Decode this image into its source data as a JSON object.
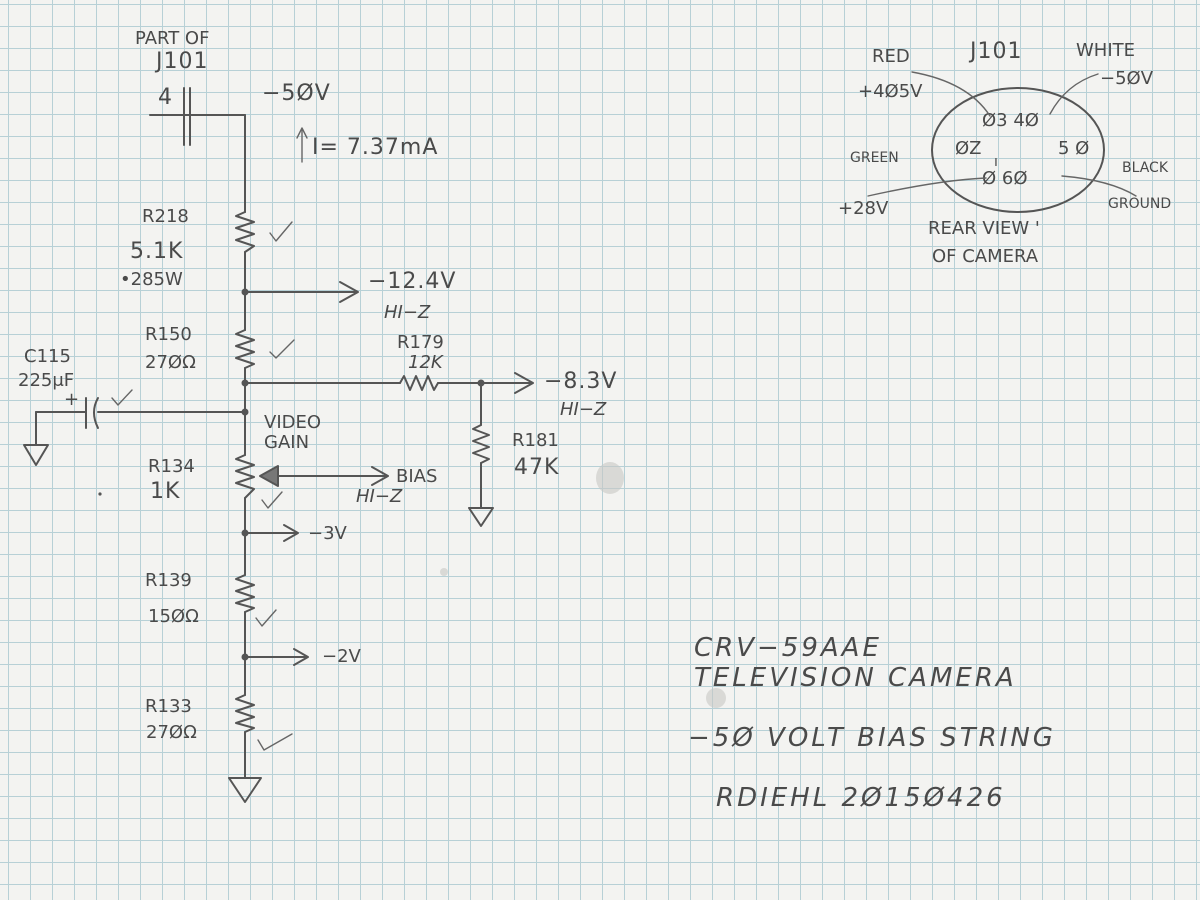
{
  "connector_part": {
    "line1": "PART OF",
    "line2": "J101",
    "pin": "4"
  },
  "supply": {
    "voltage": "−5ØV",
    "current": "I= 7.37mA"
  },
  "resistors": {
    "r218": {
      "ref": "R218",
      "value": "5.1K",
      "power": "•285W"
    },
    "r150": {
      "ref": "R150",
      "value": "27ØΩ"
    },
    "r179": {
      "ref": "R179",
      "value": "12K"
    },
    "r181": {
      "ref": "R181",
      "value": "47K"
    },
    "r134": {
      "ref": "R134",
      "value": "1K",
      "note1": "VIDEO",
      "note2": "GAIN"
    },
    "r139": {
      "ref": "R139",
      "value": "15ØΩ"
    },
    "r133": {
      "ref": "R133",
      "value": "27ØΩ"
    }
  },
  "capacitor": {
    "ref": "C115",
    "value": "225μF",
    "plus": "+"
  },
  "taps": {
    "t124": {
      "voltage": "−12.4V",
      "impedance": "HI−Z"
    },
    "t83": {
      "voltage": "−8.3V",
      "impedance": "HI−Z"
    },
    "bias": {
      "label": "BIAS",
      "impedance": "HI−Z"
    },
    "t3": {
      "voltage": "−3V"
    },
    "t2": {
      "voltage": "−2V"
    }
  },
  "connector_view": {
    "title": "J101",
    "red_label": "RED",
    "red_voltage": "+4Ø5V",
    "white_label": "WHITE",
    "white_voltage": "−5ØV",
    "green_label": "GREEN",
    "green_voltage": "+28V",
    "black_label": "BLACK",
    "black_voltage": "GROUND",
    "pins_top": "Ø3 4Ø",
    "pin_2": "ØZ",
    "pin_5": "5 Ø",
    "pin_1": "ı",
    "pins_bottom": "Ø  6Ø",
    "caption1": "REAR VIEW '",
    "caption2": "OF CAMERA"
  },
  "title_block": {
    "line1": "CRV−59AAE",
    "line2": "TELEVISION CAMERA",
    "line3": "−5Ø VOLT BIAS STRING",
    "line4": "RDIEHL  2Ø15Ø426"
  },
  "colors": {
    "pencil": "#4a4a4a",
    "grid": "#b7d0d6",
    "paper": "#f3f3f1"
  }
}
